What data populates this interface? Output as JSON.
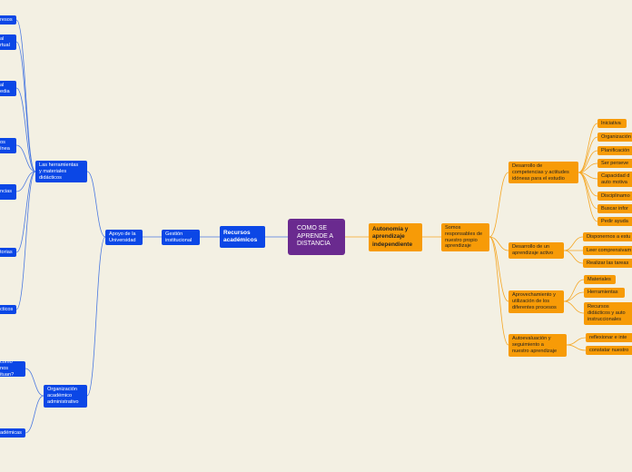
{
  "colors": {
    "blue": "#0b47e6",
    "orange": "#f79b07",
    "purple": "#6a2a8f",
    "bg": "#f3f0e3",
    "line_blue": "#4a78e0",
    "line_orange": "#f5a623"
  },
  "center": "COMO SE\nAPRENDE A\nDISTANCIA",
  "left": {
    "recursos": "Recursos\nacadémicos",
    "gestion": "Gestión\ninstitucional",
    "apoyo": "Apoyo de la\nUniversidad",
    "herramientas": "Las herramientas\ny materiales\ndidácticos",
    "organizacion": "Organización\nacadémico\nadministrativo",
    "h_items": [
      "resos",
      "al\nrtual",
      "al\nedia",
      "os\nínea",
      "ncias",
      "torias",
      "cticos"
    ],
    "o_items": [
      "cómo nos\nituan?",
      "adémicas"
    ]
  },
  "right": {
    "autonomia": "Autonomía y\naprendizaje\nindependiente",
    "somos": "Somos\nresponsables de\nnuestro propio\naprendizaje",
    "b1": "Desarrollo de\ncompetencias y actitudes\nidóneas para el estudio",
    "b1_items": [
      "Iniciativa",
      "Organización",
      "Planificación",
      "Ser perseve",
      "Capacidad d\nauto motiva",
      "Disciplinamo",
      "Buscar infor",
      "Pedir ayuda"
    ],
    "b2": "Desarrollo de un\naprendizaje activo",
    "b2_items": [
      "Disponernos a estu",
      "Leer comprensivam",
      "Realizar las tareas"
    ],
    "b3": "Aprovechamiento y\nutilización de los\ndiferentes procesos",
    "b3_items": [
      "Materiales",
      "Herramientas",
      "Recursos\ndidácticos y auto\ninstruccionales"
    ],
    "b4": "Autoevaluación y\nseguimiento a\nnuestro aprendizaje",
    "b4_items": [
      "reflexionar e inte",
      "constatar nuestro"
    ]
  }
}
